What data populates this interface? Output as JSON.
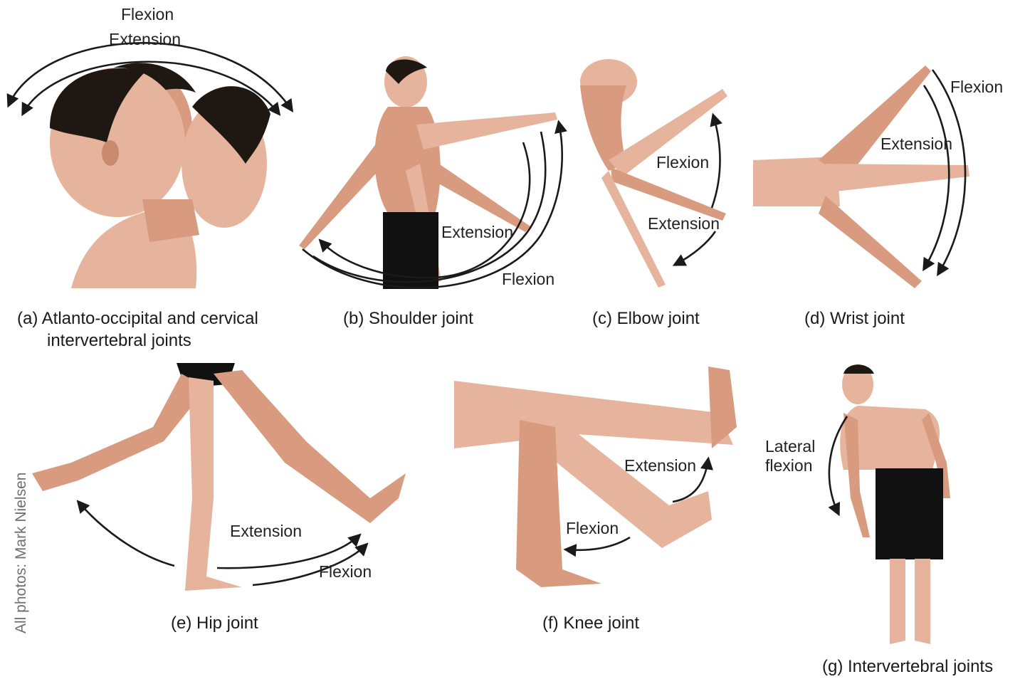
{
  "panels": {
    "a": {
      "caption_line1": "(a) Atlanto-occipital and cervical",
      "caption_line2": "intervertebral joints",
      "flexion": "Flexion",
      "extension": "Extension"
    },
    "b": {
      "caption": "(b) Shoulder joint",
      "extension": "Extension",
      "flexion": "Flexion"
    },
    "c": {
      "caption": "(c) Elbow joint",
      "flexion": "Flexion",
      "extension": "Extension"
    },
    "d": {
      "caption": "(d) Wrist joint",
      "flexion": "Flexion",
      "extension": "Extension"
    },
    "e": {
      "caption": "(e) Hip joint",
      "extension": "Extension",
      "flexion": "Flexion"
    },
    "f": {
      "caption": "(f) Knee joint",
      "extension": "Extension",
      "flexion": "Flexion"
    },
    "g": {
      "caption": "(g) Intervertebral joints",
      "label_line1": "Lateral",
      "label_line2": "flexion"
    }
  },
  "credit": "All photos: Mark Nielsen",
  "colors": {
    "skin": "#e6b49c",
    "hair": "#1e1712",
    "shorts": "#111111",
    "arrow": "#1a1a1a"
  }
}
